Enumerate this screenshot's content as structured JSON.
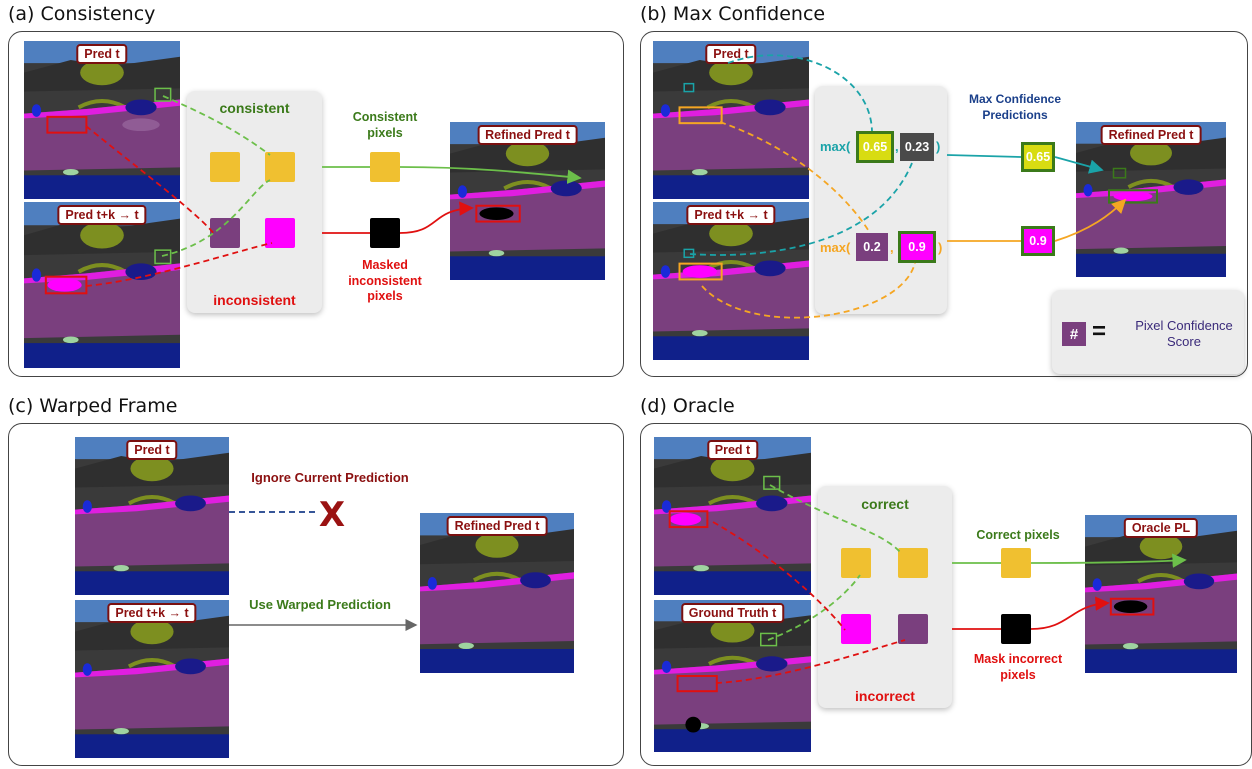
{
  "panels": {
    "a": {
      "title": "(a) Consistency",
      "pred_t": "Pred t",
      "pred_tk": "Pred t+k → t",
      "refined": "Refined Pred t",
      "consistent": "consistent",
      "inconsistent": "inconsistent",
      "consistent_pixels": "Consistent\npixels",
      "masked": "Masked\ninconsistent\npixels"
    },
    "b": {
      "title": "(b) Max Confidence",
      "pred_t": "Pred t",
      "pred_tk": "Pred t+k → t",
      "refined": "Refined Pred t",
      "max_pred": "Max Confidence\nPredictions",
      "max_open": "max(",
      "comma": ",",
      "close": ")",
      "row1_scores": [
        "0.65",
        "0.23"
      ],
      "row2_scores": [
        "0.2",
        "0.9"
      ],
      "out_scores": [
        "0.65",
        "0.9"
      ],
      "legend_symbol": "#",
      "legend_equals": "=",
      "legend_text": "Pixel Confidence\nScore"
    },
    "c": {
      "title": "(c) Warped Frame",
      "pred_t": "Pred t",
      "pred_tk": "Pred t+k → t",
      "refined": "Refined Pred t",
      "ignore": "Ignore Current Prediction",
      "x_mark": "X",
      "use": "Use Warped Prediction"
    },
    "d": {
      "title": "(d) Oracle",
      "pred_t": "Pred t",
      "gt": "Ground Truth t",
      "oracle": "Oracle PL",
      "correct": "correct",
      "incorrect": "incorrect",
      "correct_pixels": "Correct pixels",
      "mask_incorrect": "Mask incorrect\npixels"
    }
  },
  "colors": {
    "yellow": "#f0c030",
    "purple": "#7a3f7e",
    "magenta": "#ff00ff",
    "green_text": "#3b7a1a",
    "red_text": "#e01010",
    "teal": "#1aa3a8",
    "orange": "#f5a623",
    "navy_text": "#1a3f8a"
  }
}
